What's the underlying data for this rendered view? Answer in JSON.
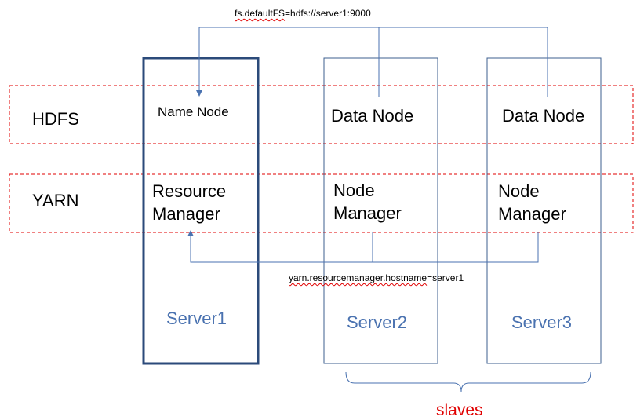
{
  "colors": {
    "layer_border": "#e00000",
    "server_border": "#3d5f8f",
    "server_border_primary": "#2b4a7a",
    "connector": "#4a72b0",
    "server_label": "#4a72b0",
    "slaves": "#e00000",
    "text": "#000000"
  },
  "layers": {
    "hdfs": "HDFS",
    "yarn": "YARN"
  },
  "servers": {
    "server1": {
      "label": "Server1",
      "hdfs_role": "Name Node",
      "yarn_role_line1": "Resource",
      "yarn_role_line2": "Manager"
    },
    "server2": {
      "label": "Server2",
      "hdfs_role": "Data Node",
      "yarn_role_line1": "Node",
      "yarn_role_line2": "Manager"
    },
    "server3": {
      "label": "Server3",
      "hdfs_role": "Data Node",
      "yarn_role_line1": "Node",
      "yarn_role_line2": "Manager"
    }
  },
  "config": {
    "hdfs_key": "fs.defaultFS",
    "hdfs_value": "=hdfs://server1:9000",
    "yarn_key": "yarn.resourcemanager.hostname",
    "yarn_value": "=server1"
  },
  "group": {
    "slaves": "slaves"
  }
}
